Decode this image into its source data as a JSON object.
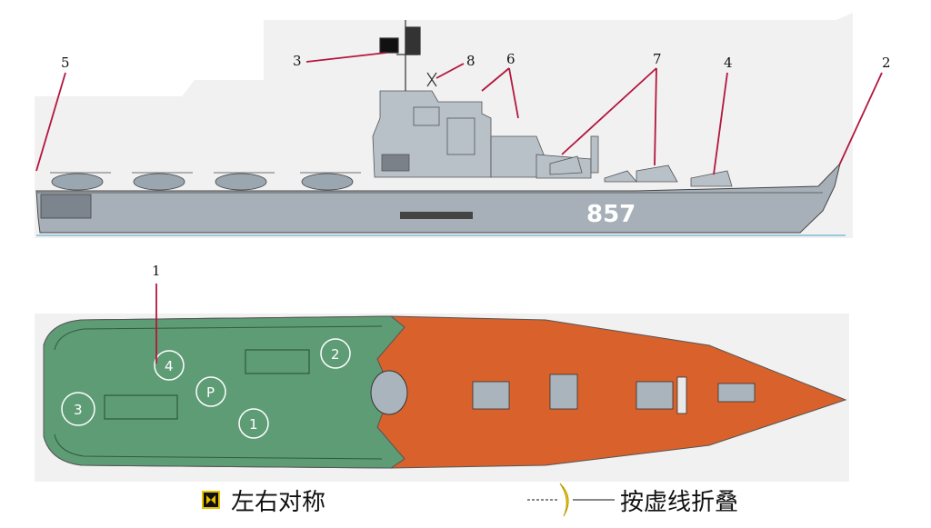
{
  "hull_number": "857",
  "callouts": [
    "1",
    "2",
    "3",
    "4",
    "5",
    "6",
    "7",
    "8"
  ],
  "pads": [
    "1",
    "2",
    "3",
    "4",
    "P"
  ],
  "legend": {
    "symmetric_label": "左右对称",
    "fold_label": "按虚线折叠"
  },
  "colors": {
    "hull_gray": "#a7b0b8",
    "superstructure_gray": "#b8c0c8",
    "deck_green": "#5e9c76",
    "deck_orange": "#d9612c",
    "callout_line": "#b3173f",
    "water": "#9cc9dc",
    "background_panel": "#f1f1f1"
  }
}
